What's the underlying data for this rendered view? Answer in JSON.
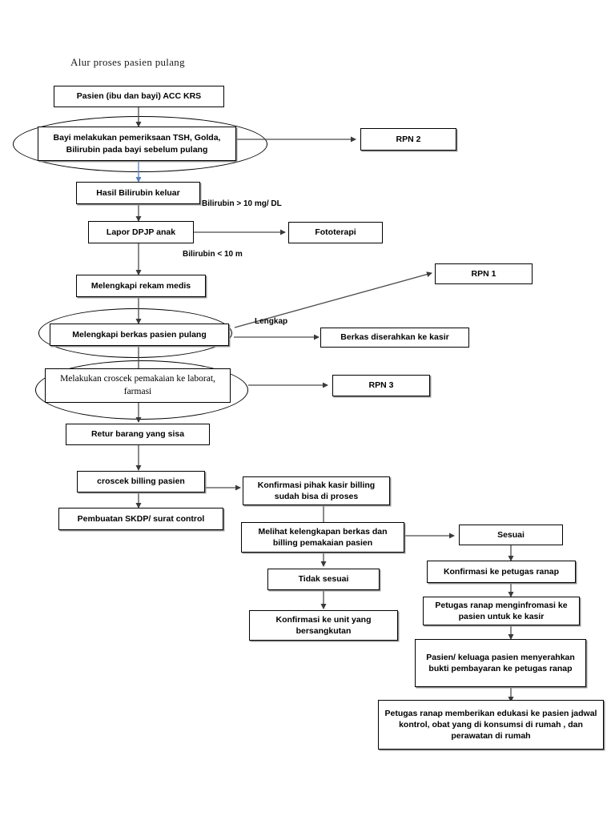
{
  "title": "Alur proses pasien pulang",
  "accent_colors": {
    "line": "#4a4a4a",
    "blue_arrow": "#5b7fbe",
    "box_border": "#000000",
    "text": "#000000",
    "background": "#ffffff"
  },
  "nodes": {
    "n1": {
      "label": "Pasien (ibu dan bayi) ACC KRS"
    },
    "n2": {
      "label": "Bayi melakukan pemeriksaan TSH, Golda, Bilirubin pada bayi sebelum pulang"
    },
    "n3": {
      "label": "RPN 2"
    },
    "n4": {
      "label": "Hasil Bilirubin keluar"
    },
    "n5": {
      "label": "Lapor DPJP anak"
    },
    "n6": {
      "label": "Fototerapi"
    },
    "n7": {
      "label": "Melengkapi rekam medis"
    },
    "n8": {
      "label": "RPN 1"
    },
    "n9": {
      "label": "Melengkapi berkas pasien pulang"
    },
    "n10": {
      "label": "Berkas diserahkan ke kasir"
    },
    "n11": {
      "label": "Melakukan croscek pemakaian ke laborat, farmasi"
    },
    "n12": {
      "label": "RPN 3"
    },
    "n13": {
      "label": "Retur barang yang sisa"
    },
    "n14": {
      "label": "croscek billing  pasien"
    },
    "n15": {
      "label": "Konfirmasi pihak kasir billing sudah bisa di proses"
    },
    "n16": {
      "label": "Pembuatan SKDP/ surat control"
    },
    "n17": {
      "label": "Melihat kelengkapan berkas dan billing pemakaian pasien"
    },
    "n18": {
      "label": "Sesuai"
    },
    "n19": {
      "label": "Tidak sesuai"
    },
    "n20": {
      "label": "Konfirmasi ke petugas ranap"
    },
    "n21": {
      "label": "Konfirmasi ke unit yang bersangkutan"
    },
    "n22": {
      "label": "Petugas ranap menginfromasi ke pasien untuk ke kasir"
    },
    "n23": {
      "label": "Pasien/ keluaga pasien menyerahkan bukti pembayaran ke petugas ranap"
    },
    "n24": {
      "label": "Petugas ranap memberikan edukasi ke pasien jadwal kontrol, obat yang di konsumsi di rumah , dan perawatan di rumah"
    }
  },
  "edge_labels": {
    "bilirubin_high": "Bilirubin > 10 mg/ DL",
    "bilirubin_low": "Bilirubin < 10 m",
    "lengkap": "Lengkap"
  }
}
